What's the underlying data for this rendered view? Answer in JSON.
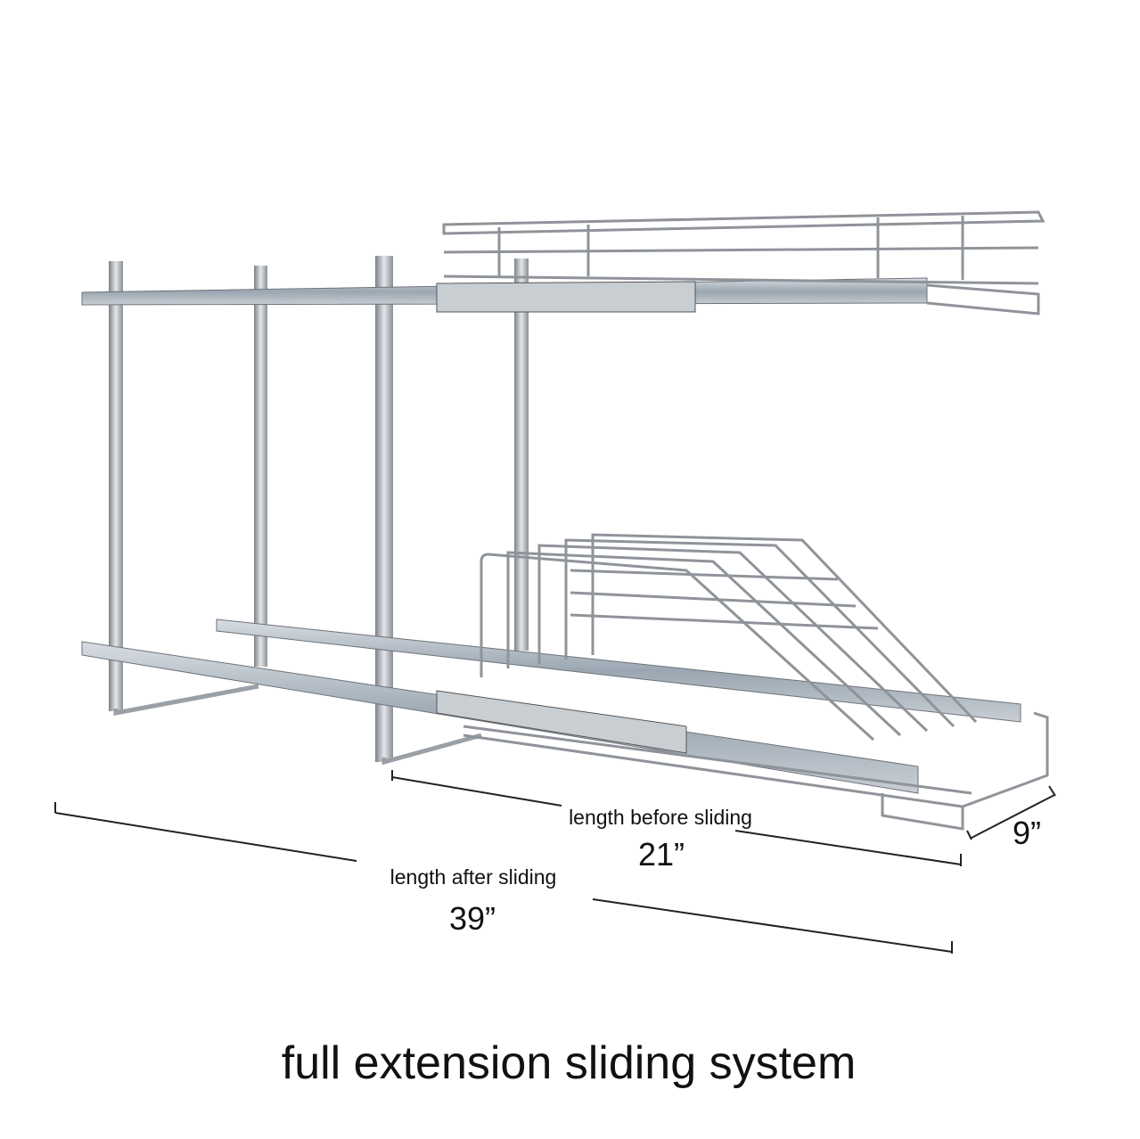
{
  "dimensions": {
    "before": {
      "label": "length before sliding",
      "value": "21”"
    },
    "after": {
      "label": "length after sliding",
      "value": "39”"
    },
    "width": {
      "value": "9”"
    }
  },
  "caption": "full extension sliding system",
  "colors": {
    "chrome": "#b8bcc2",
    "chrome_dark": "#6e737a",
    "slide": "#a9b4bf",
    "text": "#111111"
  }
}
